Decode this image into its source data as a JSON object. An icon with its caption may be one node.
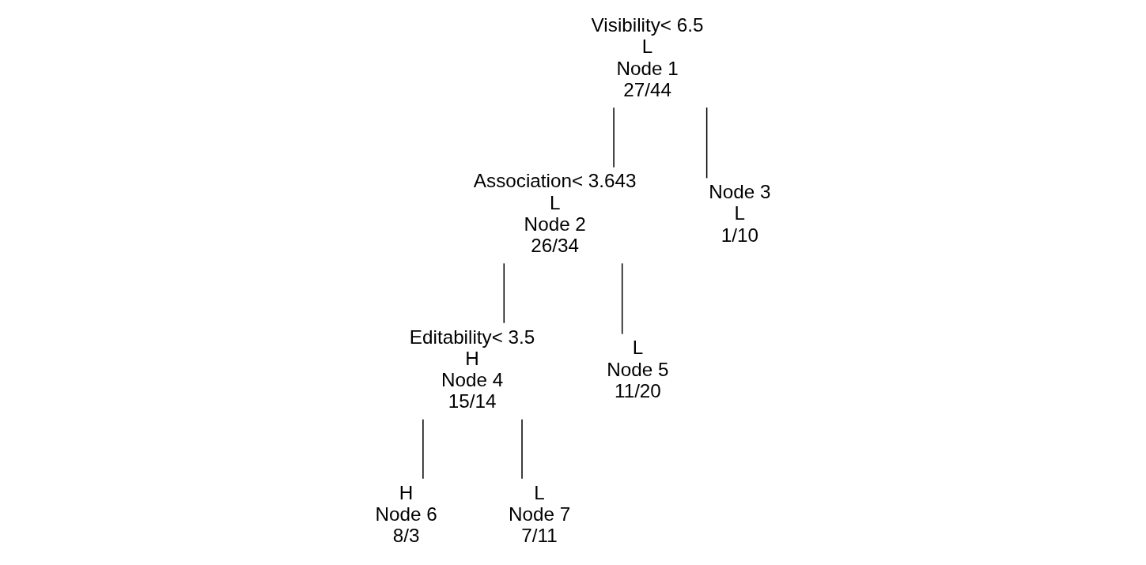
{
  "diagram": {
    "nodes": [
      {
        "text": [
          "Visibility< 6.5",
          "L",
          "Node 1",
          "27/44"
        ]
      },
      {
        "text": [
          "Association< 3.643",
          "L",
          "Node 2",
          "26/34"
        ]
      },
      {
        "text": [
          "Node 3",
          "L",
          "1/10"
        ]
      },
      {
        "text": [
          "Editability< 3.5",
          "H",
          "Node 4",
          "15/14"
        ]
      },
      {
        "text": [
          "L",
          "Node 5",
          "11/20"
        ]
      },
      {
        "text": [
          "H",
          "Node 6",
          "8/3"
        ]
      },
      {
        "text": [
          "L",
          "Node 7",
          "7/11"
        ]
      }
    ],
    "edges": [
      {
        "from": 0,
        "to": 1,
        "arrow": "none"
      },
      {
        "from": 0,
        "to": 2,
        "arrow": "none"
      },
      {
        "from": 1,
        "to": 3,
        "arrow": "none"
      },
      {
        "from": 1,
        "to": 4,
        "arrow": "none"
      },
      {
        "from": 3,
        "to": 5,
        "arrow": "none"
      },
      {
        "from": 3,
        "to": 6,
        "arrow": "none"
      }
    ]
  }
}
